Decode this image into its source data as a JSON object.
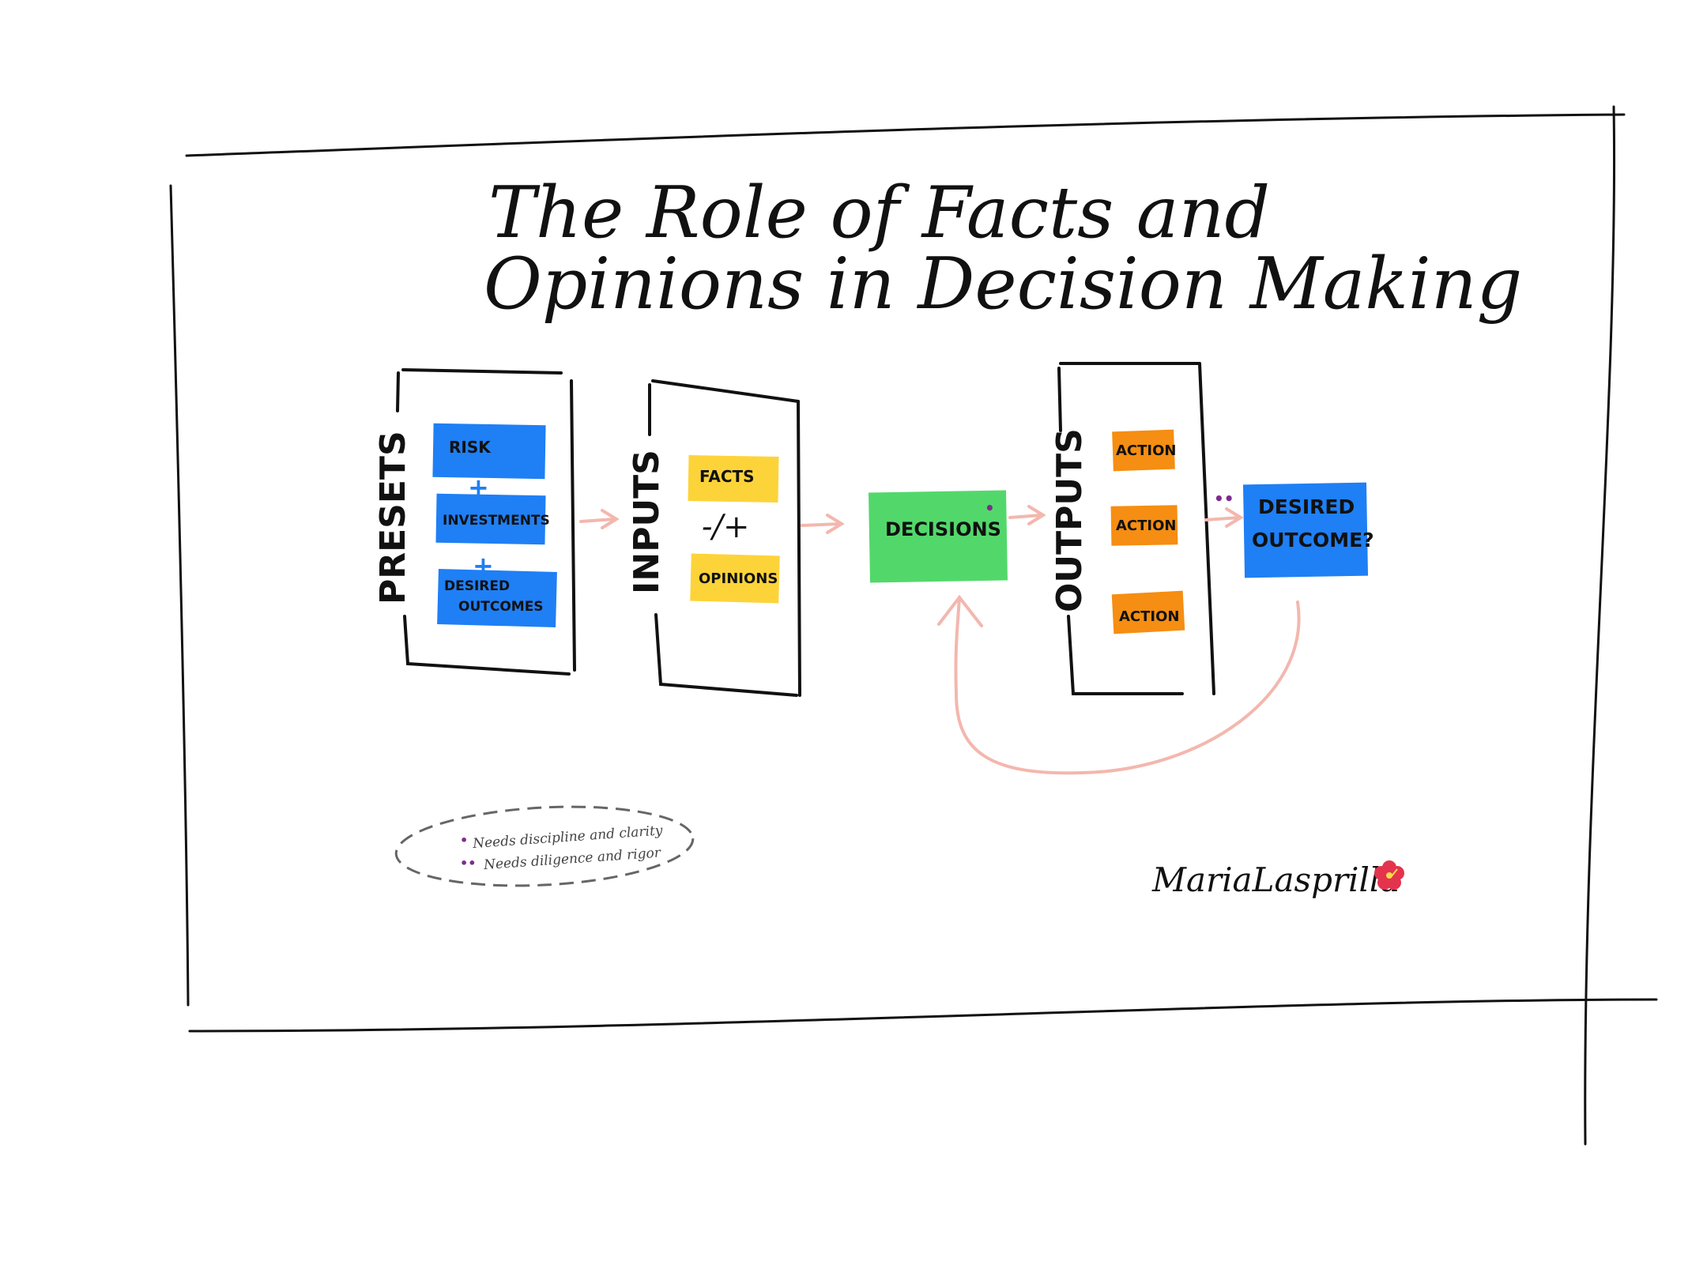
{
  "title": {
    "line1": "The Role of Facts and",
    "line2": "Opinions in Decision Making"
  },
  "presets": {
    "label": "PRESETS",
    "items": [
      "RISK",
      "INVESTMENTS",
      "DESIRED",
      "OUTCOMES"
    ],
    "plus": "+"
  },
  "inputs": {
    "label": "INPUTS",
    "facts": "FACTS",
    "operator": "-/+",
    "opinions": "OPINIONS"
  },
  "decisions": {
    "label": "DECISIONS",
    "marker": "•"
  },
  "outputs": {
    "label": "OUTPUTS",
    "actions": [
      "ACTION",
      "ACTION",
      "ACTION"
    ]
  },
  "desired_outcome": {
    "line1": "DESIRED",
    "line2": "OUTCOME?",
    "marker": "••"
  },
  "legend": {
    "item1_bullet": "•",
    "item1": "Needs discipline and clarity",
    "item2_bullet": "••",
    "item2": "Needs diligence and rigor"
  },
  "signature": "MariaLasprilla",
  "colors": {
    "ink": "#111111",
    "blue": "#1f7ff5",
    "yellow": "#fdd33a",
    "green": "#52d86a",
    "orange": "#f58e12",
    "arrow": "#f3b7ae",
    "bullet": "#7d2a8f",
    "legend_stroke": "#666666",
    "flower": "#e4334d"
  },
  "icons": [
    "hibiscus-flower-icon"
  ]
}
